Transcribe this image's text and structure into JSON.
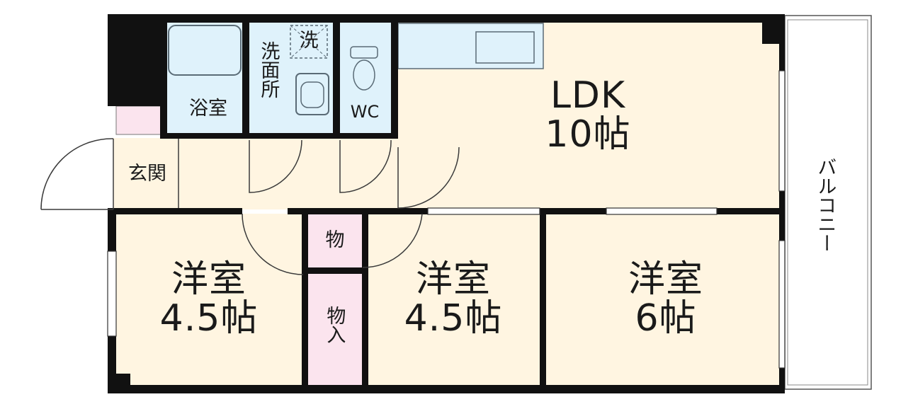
{
  "colors": {
    "wall": "#111111",
    "room": "#fff5e1",
    "wet": "#dff2fb",
    "storage": "#fbe4ee",
    "fixture_line": "#5a6b76",
    "door_line": "#3a3a3a"
  },
  "rooms": {
    "ldk": {
      "name": "LDK",
      "size": "10帖"
    },
    "western_left": {
      "name": "洋室",
      "size": "4.5帖"
    },
    "western_mid": {
      "name": "洋室",
      "size": "4.5帖"
    },
    "western_right": {
      "name": "洋室",
      "size": "6帖"
    },
    "bath": {
      "name": "浴室"
    },
    "washroom": {
      "name": "洗面所"
    },
    "washer": {
      "name": "洗"
    },
    "toilet": {
      "name": "WC"
    },
    "entrance": {
      "name": "玄関"
    },
    "storage_small": {
      "name": "物"
    },
    "closet": {
      "name": "物入"
    },
    "balcony": {
      "name": "バルコニー"
    }
  }
}
